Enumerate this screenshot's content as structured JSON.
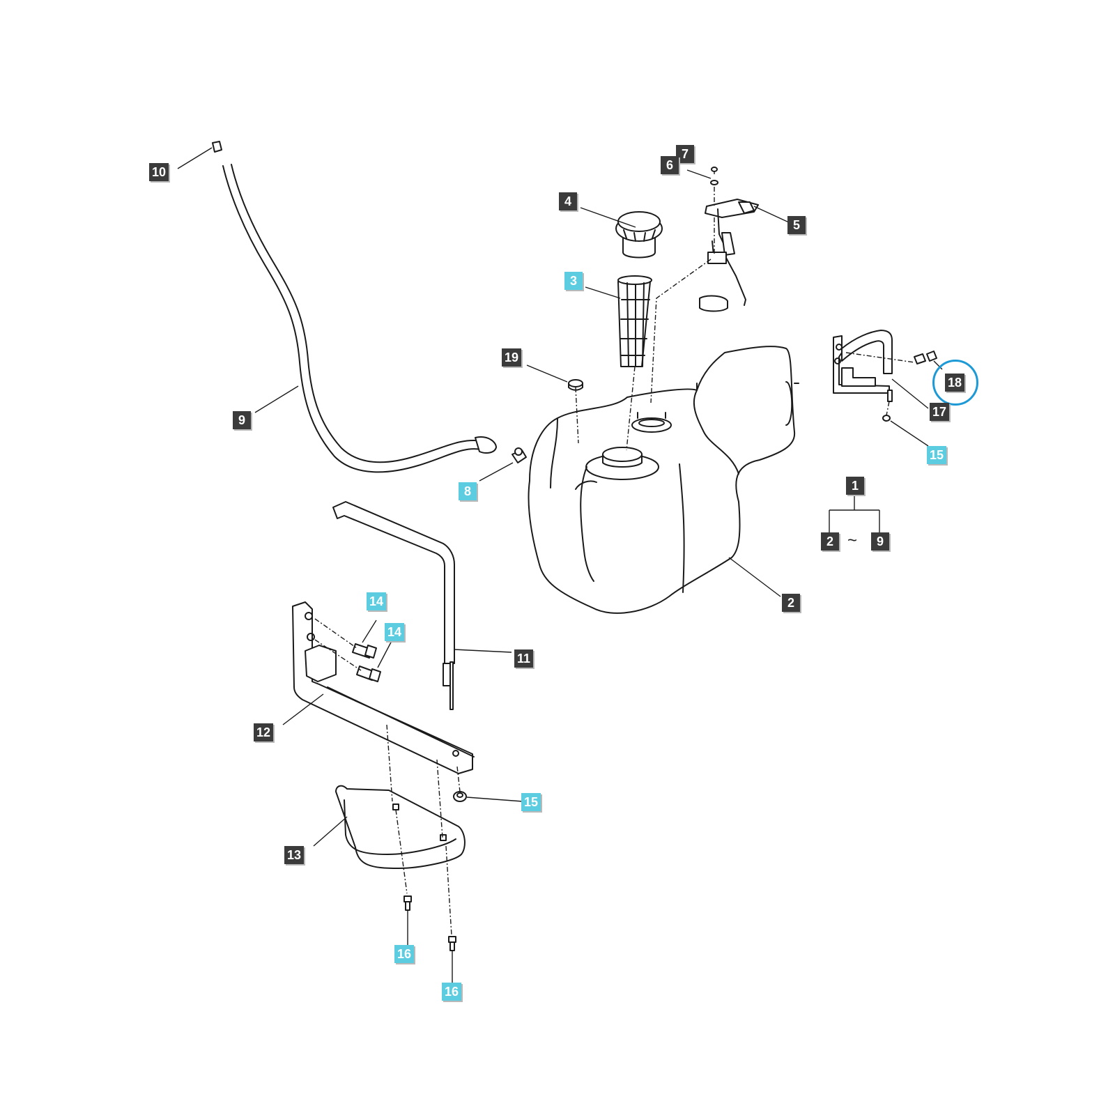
{
  "callouts": [
    {
      "id": "c10",
      "label": "10",
      "style": "dark"
    },
    {
      "id": "c7",
      "label": "7",
      "style": "dark"
    },
    {
      "id": "c6",
      "label": "6",
      "style": "dark"
    },
    {
      "id": "c4",
      "label": "4",
      "style": "dark"
    },
    {
      "id": "c5",
      "label": "5",
      "style": "dark"
    },
    {
      "id": "c3",
      "label": "3",
      "style": "cyan"
    },
    {
      "id": "c19",
      "label": "19",
      "style": "dark"
    },
    {
      "id": "c18",
      "label": "18",
      "style": "dark"
    },
    {
      "id": "c17",
      "label": "17",
      "style": "dark"
    },
    {
      "id": "c15a",
      "label": "15",
      "style": "cyan"
    },
    {
      "id": "c9",
      "label": "9",
      "style": "dark"
    },
    {
      "id": "c8",
      "label": "8",
      "style": "cyan"
    },
    {
      "id": "c1",
      "label": "1",
      "style": "dark"
    },
    {
      "id": "c2a",
      "label": "2",
      "style": "dark"
    },
    {
      "id": "c9b",
      "label": "9",
      "style": "dark"
    },
    {
      "id": "c2",
      "label": "2",
      "style": "dark"
    },
    {
      "id": "c14a",
      "label": "14",
      "style": "cyan"
    },
    {
      "id": "c14b",
      "label": "14",
      "style": "cyan"
    },
    {
      "id": "c11",
      "label": "11",
      "style": "dark"
    },
    {
      "id": "c12",
      "label": "12",
      "style": "dark"
    },
    {
      "id": "c15b",
      "label": "15",
      "style": "cyan"
    },
    {
      "id": "c13",
      "label": "13",
      "style": "dark"
    },
    {
      "id": "c16a",
      "label": "16",
      "style": "cyan"
    },
    {
      "id": "c16b",
      "label": "16",
      "style": "cyan"
    }
  ],
  "range_symbol": "~",
  "colors": {
    "callout_dark": "#3b3b3b",
    "callout_cyan": "#5ccde0",
    "highlight_ring": "#1d9ad6"
  },
  "highlighted_callout": "18"
}
